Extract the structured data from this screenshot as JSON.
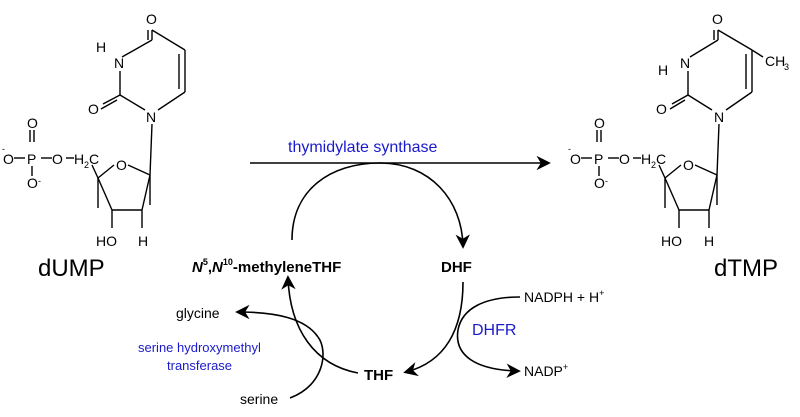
{
  "molecules": {
    "dump": {
      "name": "dUMP",
      "atoms": {
        "o_top": "O",
        "hn": "H",
        "n3": "N",
        "o_left": "O",
        "n1": "N",
        "o_ring": "O",
        "ho": "HO",
        "h": "H",
        "o_p1": "O",
        "p": "P",
        "o_p2": "O",
        "o_p3": "O",
        "h2c": "H",
        "c_lbl": "C",
        "sub2": "2",
        "neg1": "-",
        "neg2": "-"
      }
    },
    "dtmp": {
      "name": "dTMP",
      "atoms": {
        "o_top": "O",
        "methyl": "CH",
        "methyl_sub": "3",
        "n3": "N",
        "hn": "H",
        "o_left": "O",
        "n1": "N",
        "o_ring": "O",
        "ho": "HO",
        "h": "H",
        "o_p1": "O",
        "p": "P",
        "o_p2": "O",
        "o_p3": "O",
        "h2c": "H",
        "c_lbl": "C",
        "sub2": "2",
        "neg1": "-",
        "neg2": "-"
      }
    }
  },
  "enzymes": {
    "ts": "thymidylate synthase",
    "dhfr": "DHFR",
    "shmt_line1": "serine hydroxymethyl",
    "shmt_line2": "transferase"
  },
  "cycle": {
    "methylene_n": "N",
    "methylene_sup1": "5",
    "methylene_comma": ",",
    "methylene_n2": "N",
    "methylene_sup2": "10",
    "methylene_rest": "-methyleneTHF",
    "dhf": "DHF",
    "thf": "THF"
  },
  "cofactors": {
    "nadph": "NADPH + H",
    "nadph_sup": "+",
    "nadp": "NADP",
    "nadp_sup": "+",
    "glycine": "glycine",
    "serine": "serine"
  }
}
